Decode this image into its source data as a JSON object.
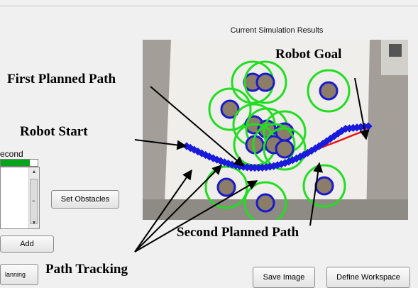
{
  "panel": {
    "title": "Current Simulation Results",
    "partial_label": "econd",
    "progress_value": 0.78,
    "progress_color": "#07a51e"
  },
  "buttons": {
    "set_obstacles": "Set Obstacles",
    "add": "Add",
    "planning": "lanning",
    "save_image": "Save Image",
    "define_workspace": "Define Workspace"
  },
  "annotations": {
    "robot_goal": "Robot Goal",
    "first_planned_path": "First Planned Path",
    "robot_start": "Robot Start",
    "second_planned_path": "Second Planned Path",
    "path_tracking": "Path Tracking"
  },
  "colors": {
    "obstacle_ring": "#22dd22",
    "obstacle_marker": "#1a1acc",
    "first_path": "#ee1111",
    "tracked_path": "#1a1add"
  }
}
